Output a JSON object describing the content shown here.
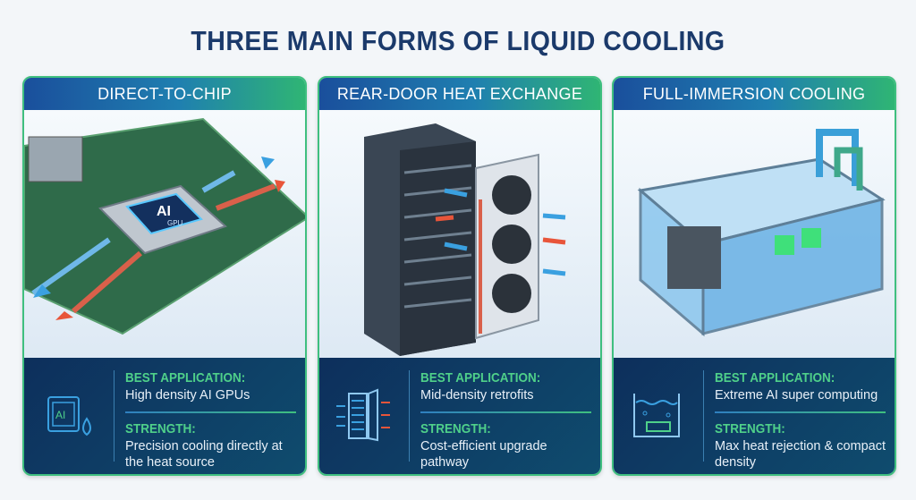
{
  "title": "THREE MAIN FORMS OF LIQUID COOLING",
  "cards": [
    {
      "heading": "DIRECT-TO-CHIP",
      "chip_label": "AI",
      "chip_sublabel": "GPU",
      "icon_text": "AI",
      "best_label": "BEST APPLICATION:",
      "best": "High density AI GPUs",
      "strength_label": "STRENGTH:",
      "strength": "Precision cooling directly at the heat source"
    },
    {
      "heading": "REAR-DOOR HEAT EXCHANGE",
      "best_label": "BEST APPLICATION:",
      "best": "Mid-density retrofits",
      "strength_label": "STRENGTH:",
      "strength": "Cost-efficient upgrade pathway"
    },
    {
      "heading": "FULL-IMMERSION COOLING",
      "best_label": "BEST APPLICATION:",
      "best": "Extreme AI super computing",
      "strength_label": "STRENGTH:",
      "strength": "Max heat rejection & compact density"
    }
  ],
  "colors": {
    "title": "#1b3a6b",
    "accent_green": "#4fd08a",
    "panel": "#0d2f5c",
    "hot": "#e8553a",
    "cold": "#3aa0e0"
  }
}
